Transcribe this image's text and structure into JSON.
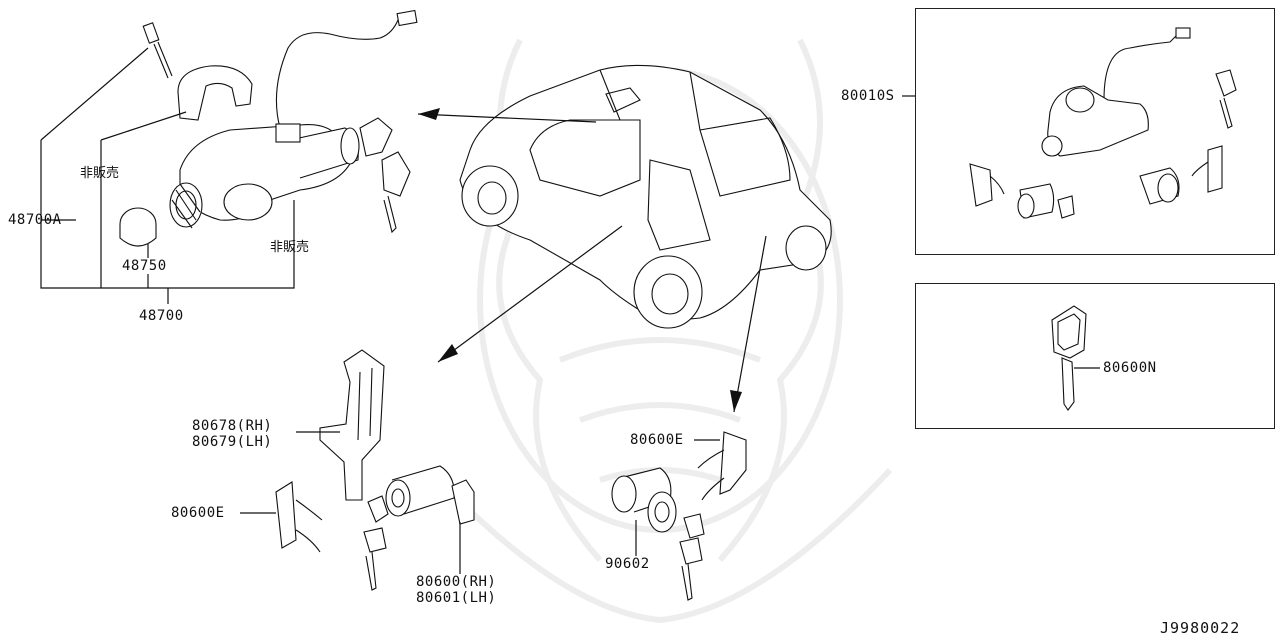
{
  "labels": {
    "p48700A": "48700A",
    "p48750": "48750",
    "p48700": "48700",
    "not_for_sale_1": "非販売",
    "not_for_sale_2": "非販売",
    "p80678": "80678(RH)",
    "p80679": "80679(LH)",
    "p80600E_left": "80600E",
    "p80600": "80600(RH)",
    "p80601": "80601(LH)",
    "p80600E_right": "80600E",
    "p90602": "90602",
    "p80010S": "80010S",
    "p80600N": "80600N",
    "diagram_code": "J9980022"
  },
  "icons": [
    "ignition-switch-icon",
    "key-icon",
    "door-lock-cylinder-icon",
    "car-body-icon",
    "watermark-emblem-icon"
  ]
}
